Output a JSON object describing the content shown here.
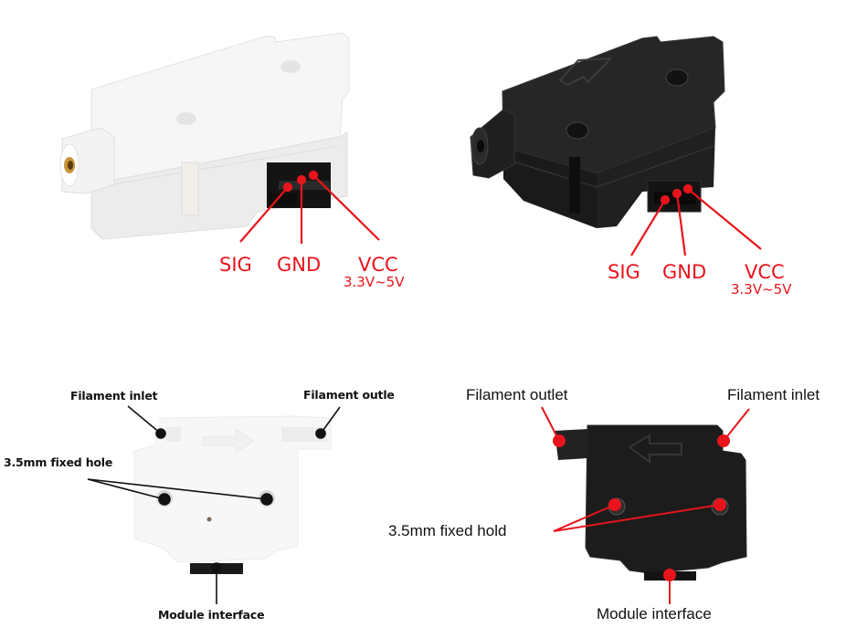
{
  "colors": {
    "background": "#ffffff",
    "callout_red": "#e8141c",
    "callout_black": "#111111",
    "white_module": "#f4f4f4",
    "black_module": "#1c1c1c",
    "connector": "#151515"
  },
  "panels": {
    "top_left": {
      "module_color": "white",
      "view": "isometric-connector-side",
      "pins": [
        {
          "label": "SIG"
        },
        {
          "label": "GND"
        },
        {
          "label": "VCC",
          "sublabel": "3.3V~5V"
        }
      ]
    },
    "top_right": {
      "module_color": "black",
      "view": "isometric-connector-side",
      "pins": [
        {
          "label": "SIG"
        },
        {
          "label": "GND"
        },
        {
          "label": "VCC",
          "sublabel": "3.3V~5V"
        }
      ]
    },
    "bottom_left": {
      "module_color": "white",
      "view": "top-down",
      "callouts": {
        "inlet": "Filament inlet",
        "outlet": "Filament outle",
        "holes": "3.5mm fixed hole",
        "interface": "Module interface"
      }
    },
    "bottom_right": {
      "module_color": "black",
      "view": "top-down",
      "callouts": {
        "outlet": "Filament outlet",
        "inlet": "Filament inlet",
        "holes": "3.5mm fixed hold",
        "interface": "Module interface"
      }
    }
  }
}
